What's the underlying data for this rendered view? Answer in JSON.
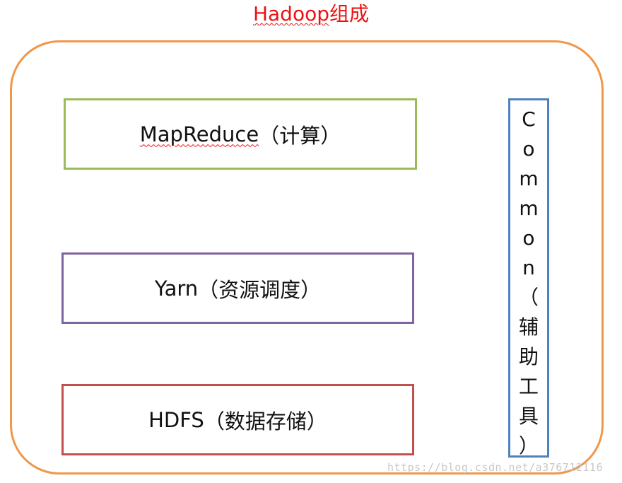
{
  "title": {
    "latin": "Hadoop",
    "cjk": "组成"
  },
  "colors": {
    "title": "#ee1111",
    "outer_border": "#f0974a",
    "mapreduce_border": "#9bbb59",
    "yarn_border": "#8064a2",
    "hdfs_border": "#c0504d",
    "common_border": "#4f81bd"
  },
  "components": {
    "mapreduce": {
      "name": "MapReduce",
      "desc": "（计算）"
    },
    "yarn": {
      "name": "Yarn",
      "desc": "（资源调度）"
    },
    "hdfs": {
      "name": "HDFS",
      "desc": "（数据存储）"
    }
  },
  "common": {
    "chars": [
      "C",
      "o",
      "m",
      "m",
      "o",
      "n",
      "（",
      "辅",
      "助",
      "工",
      "具",
      "）"
    ]
  },
  "watermark": "https://blog.csdn.net/a376712116"
}
